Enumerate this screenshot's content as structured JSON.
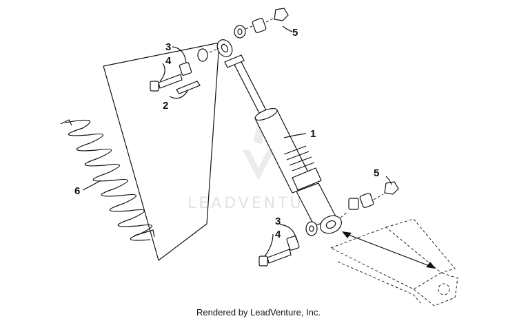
{
  "watermark": {
    "text": "LEADVENTURE"
  },
  "credit": "Rendered by LeadVenture, Inc.",
  "callouts": {
    "c1": "1",
    "c2": "2",
    "c3a": "3",
    "c4a": "4",
    "c3b": "3",
    "c4b": "4",
    "c5a": "5",
    "c5b": "5",
    "c6": "6"
  },
  "colors": {
    "line": "#111111",
    "watermark": "#e2e2e2",
    "background": "#ffffff"
  }
}
